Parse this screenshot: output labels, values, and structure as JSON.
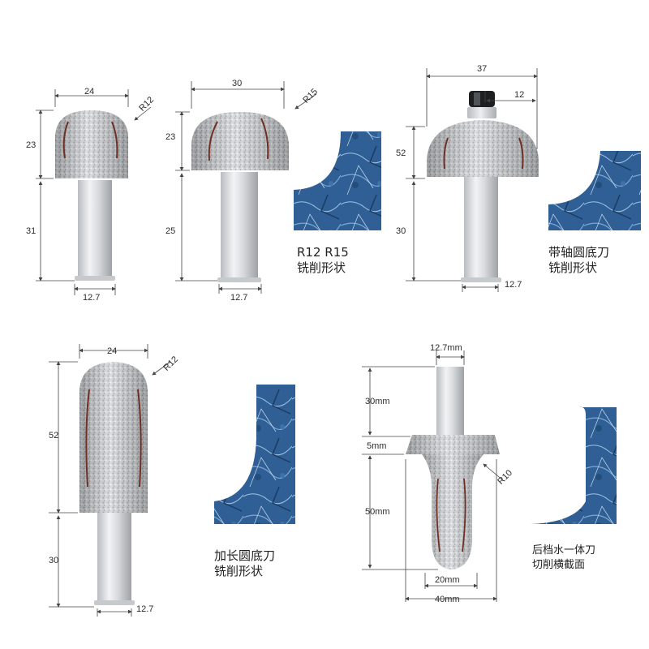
{
  "colors": {
    "background": "#ffffff",
    "dimension_line": "#444444",
    "profile": "#2c5a8c"
  },
  "bits": [
    {
      "id": "bit-1",
      "dims": {
        "head_width": "24",
        "radius": "R12",
        "head_height": "23",
        "shank_length": "31",
        "shank_diameter": "12.7"
      }
    },
    {
      "id": "bit-2",
      "dims": {
        "head_width": "30",
        "radius": "R15",
        "head_height": "23",
        "shank_length": "25",
        "shank_diameter": "12.7"
      }
    },
    {
      "id": "bit-3",
      "dims": {
        "overall_width": "37",
        "bearing_offset": "12",
        "head_height": "52",
        "shank_length": "30",
        "shank_diameter": "12.7"
      }
    },
    {
      "id": "bit-4",
      "dims": {
        "head_width": "24",
        "radius": "R12",
        "head_height": "52",
        "shank_length": "30",
        "shank_diameter": "12.7"
      }
    },
    {
      "id": "bit-5",
      "dims": {
        "shank_diameter": "12.7mm",
        "shank_length": "30mm",
        "flange_height": "5mm",
        "radius": "R10",
        "body_height": "50mm",
        "tip_width": "20mm",
        "flange_width": "40mm"
      }
    }
  ],
  "captions": {
    "profile_1": {
      "line1": "R12 R15",
      "line2": "铣削形状"
    },
    "profile_2": {
      "line1": "带轴圆底刀",
      "line2": "铣削形状"
    },
    "profile_3": {
      "line1": "加长圆底刀",
      "line2": "铣削形状"
    },
    "profile_4": {
      "line1": "后档水一体刀",
      "line2": "切削横截面"
    }
  }
}
